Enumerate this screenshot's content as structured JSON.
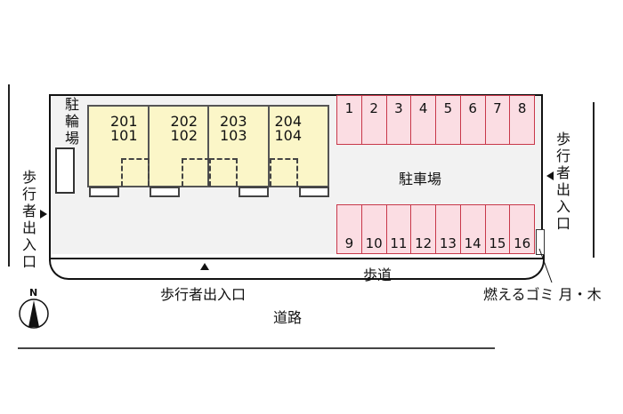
{
  "labels": {
    "bike_parking": "駐輪場",
    "parking": "駐車場",
    "sidewalk": "歩道",
    "road": "道路",
    "pedestrian_entrance": "歩行者出入口",
    "garbage": "燃えるゴミ 月・木",
    "north": "N"
  },
  "units": [
    {
      "upper": "201",
      "lower": "101"
    },
    {
      "upper": "202",
      "lower": "102"
    },
    {
      "upper": "203",
      "lower": "103"
    },
    {
      "upper": "204",
      "lower": "104"
    }
  ],
  "parking_top": [
    "1",
    "2",
    "3",
    "4",
    "5",
    "6",
    "7",
    "8"
  ],
  "parking_bottom": [
    "9",
    "10",
    "11",
    "12",
    "13",
    "14",
    "15",
    "16"
  ],
  "colors": {
    "building": "#fbf6c8",
    "parking": "#fbdde3",
    "parking_border": "#c8384a"
  }
}
